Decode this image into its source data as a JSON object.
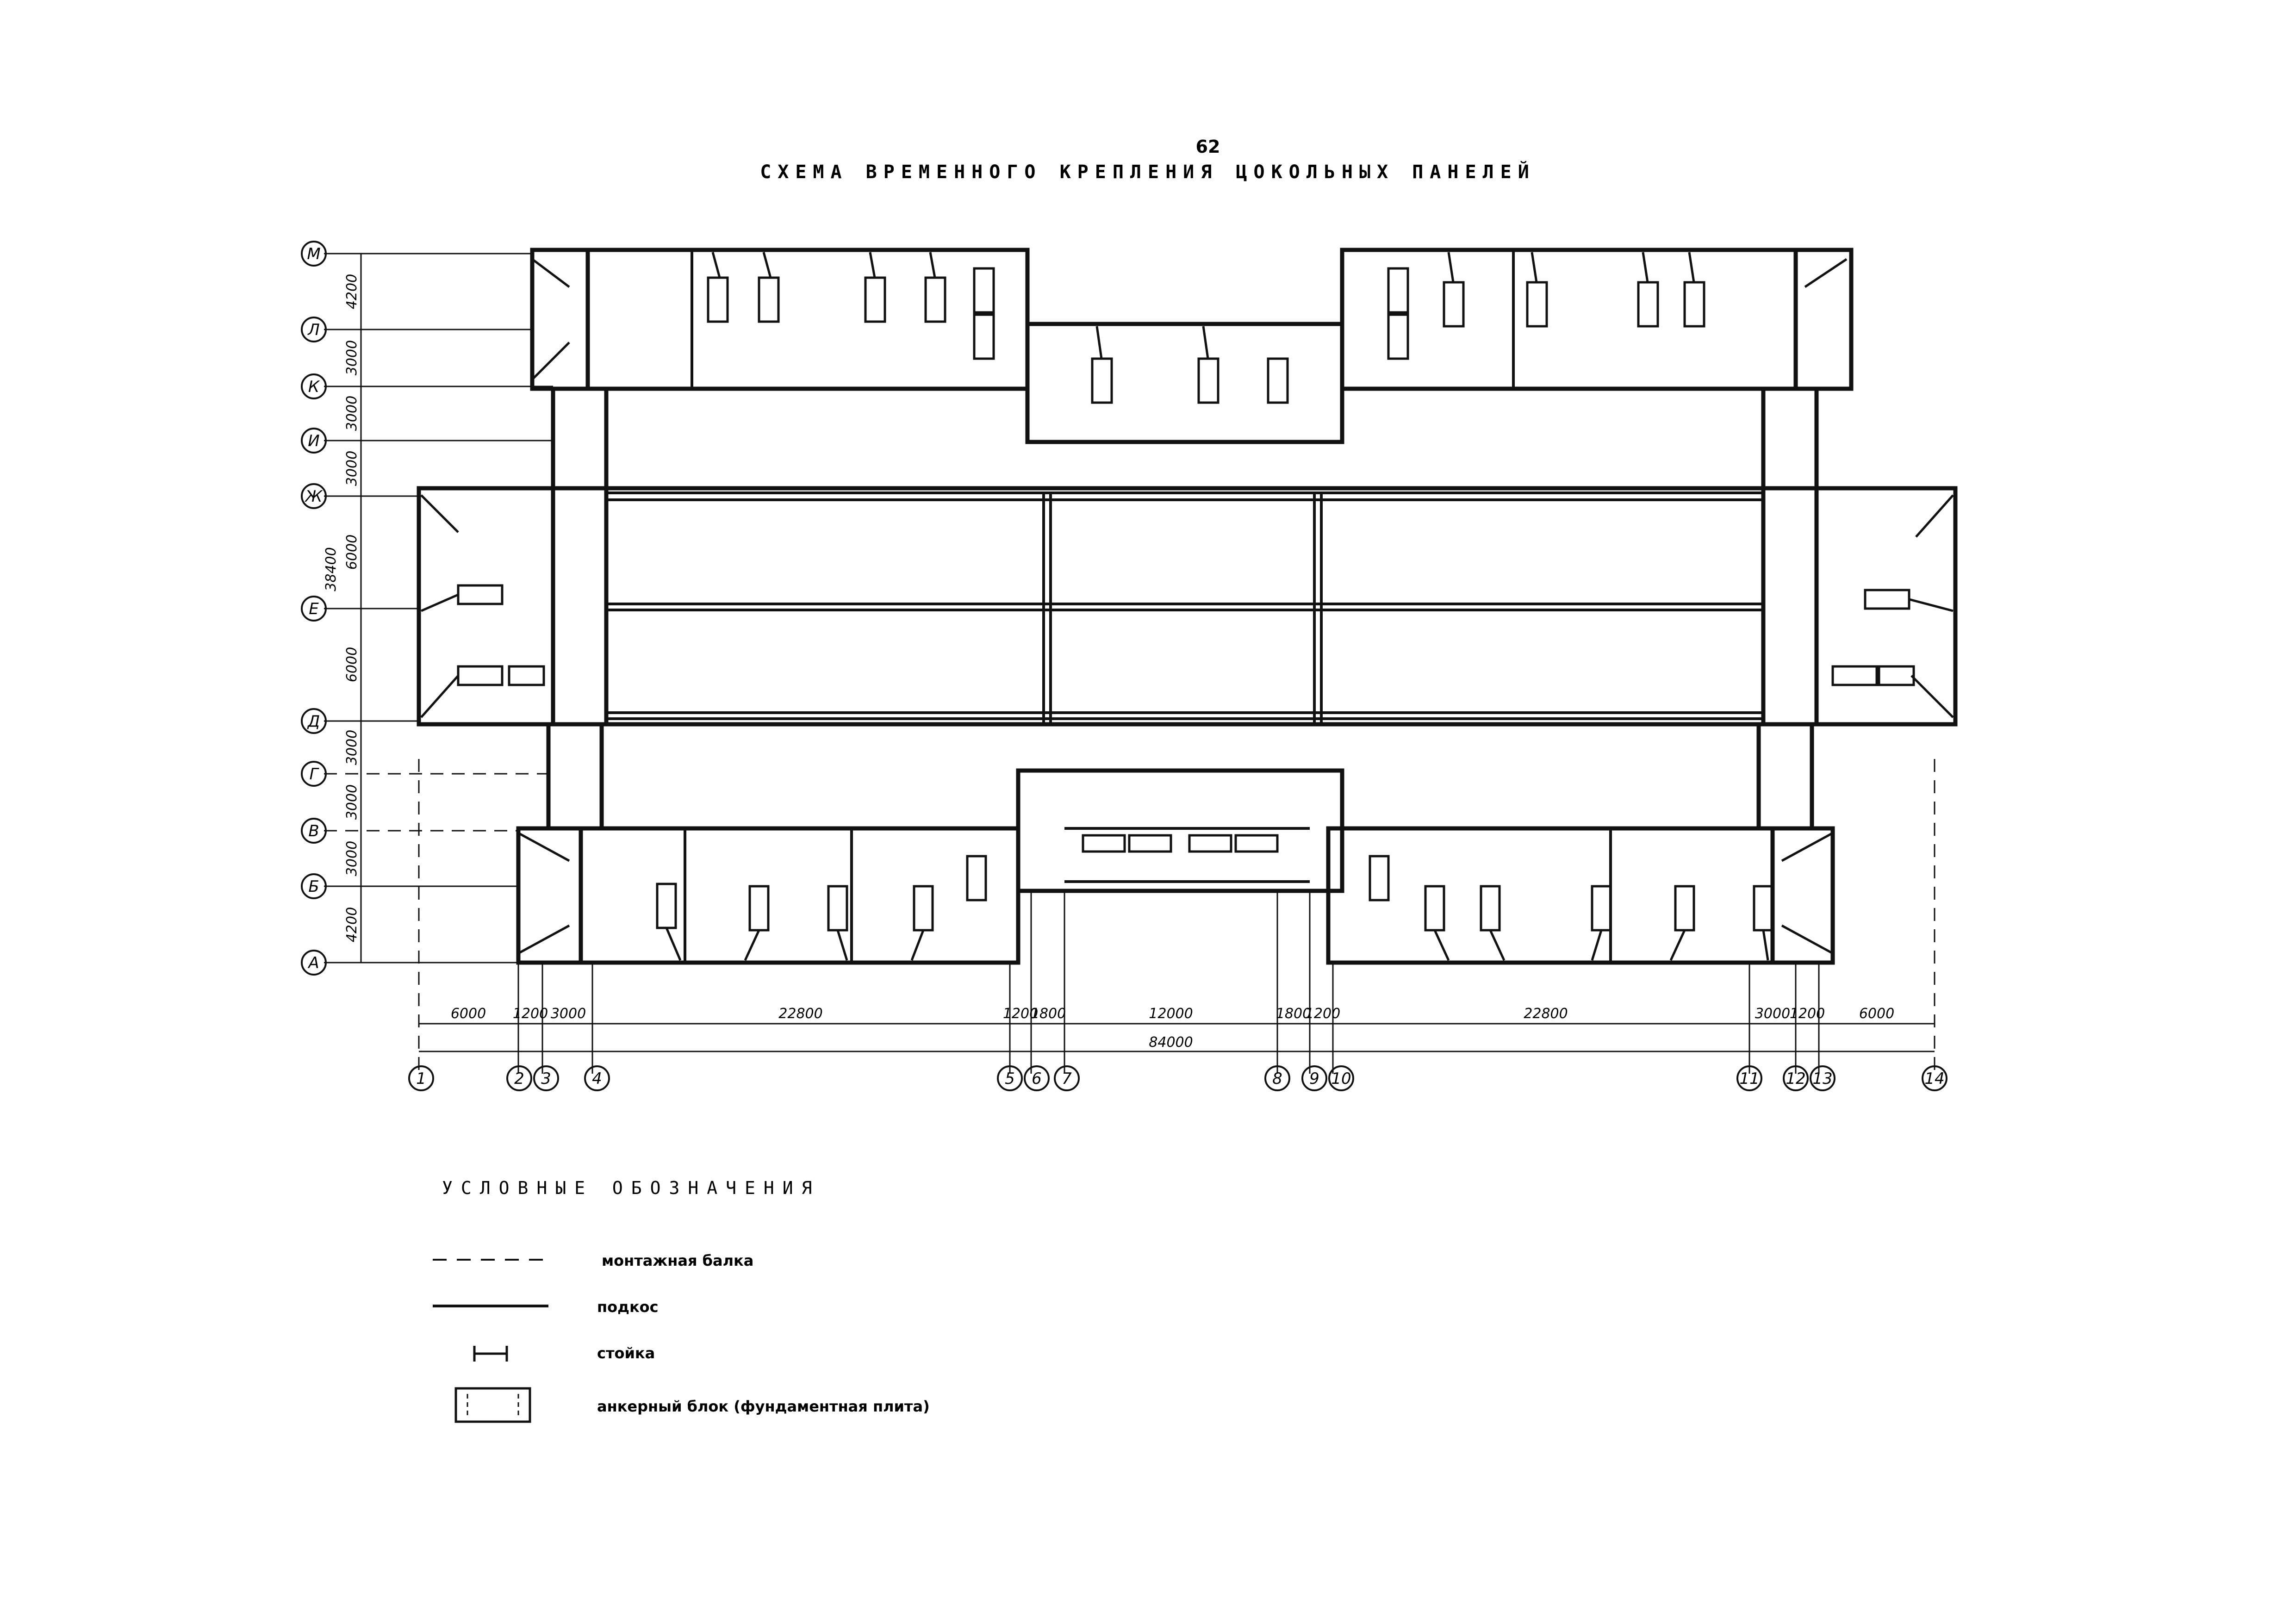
{
  "page_number": "62",
  "title": "СХЕМА ВРЕМЕННОГО КРЕПЛЕНИЯ ЦОКОЛЬНЫХ ПАНЕЛЕЙ",
  "row_axes": [
    "М",
    "Л",
    "К",
    "И",
    "Ж",
    "Е",
    "Д",
    "Г",
    "В",
    "Б",
    "А"
  ],
  "row_dims": [
    "4200",
    "3000",
    "3000",
    "3000",
    "6000",
    "6000",
    "3000",
    "3000",
    "3000",
    "4200"
  ],
  "row_total": "38400",
  "col_axes": [
    "1",
    "2",
    "3",
    "4",
    "5",
    "6",
    "7",
    "8",
    "9",
    "10",
    "11",
    "12",
    "13",
    "14"
  ],
  "col_dims": [
    "6000",
    "1200",
    "3000",
    "22800",
    "1200",
    "1800",
    "12000",
    "1800",
    "1200",
    "22800",
    "3000",
    "1200",
    "6000"
  ],
  "col_total": "84000",
  "legend": {
    "title": "УСЛОВНЫЕ ОБОЗНАЧЕНИЯ",
    "items": [
      {
        "symbol": "dashed-line",
        "label": "монтажная балка"
      },
      {
        "symbol": "solid-line",
        "label": "подкос"
      },
      {
        "symbol": "post",
        "label": "стойка"
      },
      {
        "symbol": "anchor-block",
        "label": "анкерный блок (фундаментная плита)"
      }
    ]
  }
}
